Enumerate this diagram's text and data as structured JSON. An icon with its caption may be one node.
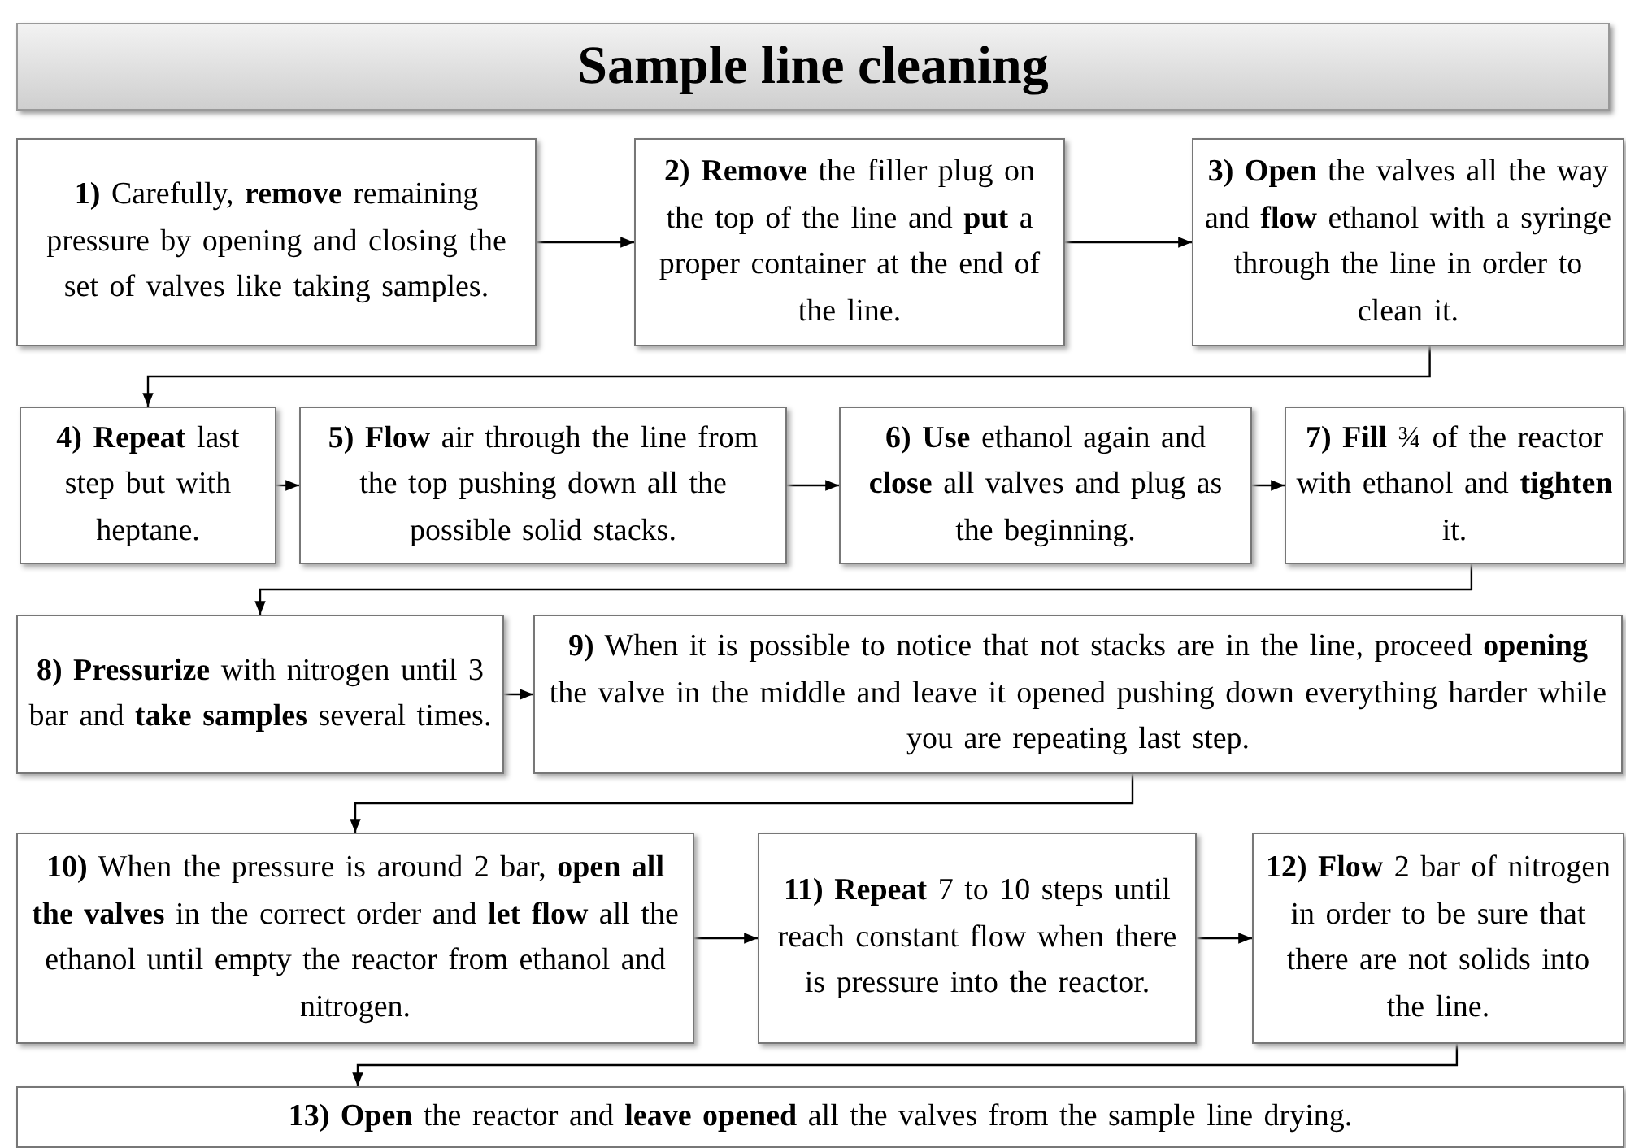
{
  "diagram": {
    "title": "Sample line cleaning",
    "nodes": [
      {
        "text": [
          "**1)** Carefully, **remove** remaining pressure by opening and closing the set of valves like taking samples."
        ]
      },
      {
        "text": [
          "**2) Remove** the filler plug on the top of the line and **put** a proper container at the end of the line."
        ]
      },
      {
        "text": [
          "**3) Open** the valves all the way and **flow** ethanol with a syringe through the line in order to clean it."
        ]
      },
      {
        "text": [
          "**4) Repeat** last step but with heptane."
        ]
      },
      {
        "text": [
          "**5) Flow** air through the line from the top pushing down all the possible solid stacks."
        ]
      },
      {
        "text": [
          "**6) Use** ethanol again and **close** all valves and plug as the beginning."
        ]
      },
      {
        "text": [
          "**7) Fill** ¾ of the reactor with ethanol and **tighten** it."
        ]
      },
      {
        "text": [
          "**8) Pressurize** with nitrogen until 3 bar and **take samples** several times."
        ]
      },
      {
        "text": [
          "**9)** When it is possible to notice that not stacks are in the line, proceed **opening** the valve in the middle and leave it opened pushing down everything harder while you are repeating last step."
        ]
      },
      {
        "text": [
          "**10)** When the pressure is around 2 bar, **open all the valves** in the correct order and **let flow** all the ethanol until empty the reactor from ethanol and nitrogen."
        ]
      },
      {
        "text": [
          "**11) Repeat** 7 to 10 steps until reach constant flow when there is pressure into the reactor."
        ]
      },
      {
        "text": [
          "**12) Flow** 2 bar of nitrogen in order to be sure that there are not solids into the line."
        ]
      },
      {
        "text": [
          "**13) Open** the reactor and **leave opened** all the valves from the sample line drying."
        ]
      }
    ],
    "edges": [
      {
        "from": 0,
        "to": 1,
        "arrow": "to"
      },
      {
        "from": 1,
        "to": 2,
        "arrow": "to"
      },
      {
        "from": 2,
        "to": 3,
        "arrow": "to"
      },
      {
        "from": 3,
        "to": 4,
        "arrow": "to"
      },
      {
        "from": 4,
        "to": 5,
        "arrow": "to"
      },
      {
        "from": 5,
        "to": 6,
        "arrow": "to"
      },
      {
        "from": 6,
        "to": 7,
        "arrow": "to"
      },
      {
        "from": 7,
        "to": 8,
        "arrow": "to"
      },
      {
        "from": 8,
        "to": 9,
        "arrow": "to"
      },
      {
        "from": 9,
        "to": 10,
        "arrow": "to"
      },
      {
        "from": 10,
        "to": 11,
        "arrow": "to"
      },
      {
        "from": 11,
        "to": 12,
        "arrow": "to"
      }
    ]
  }
}
